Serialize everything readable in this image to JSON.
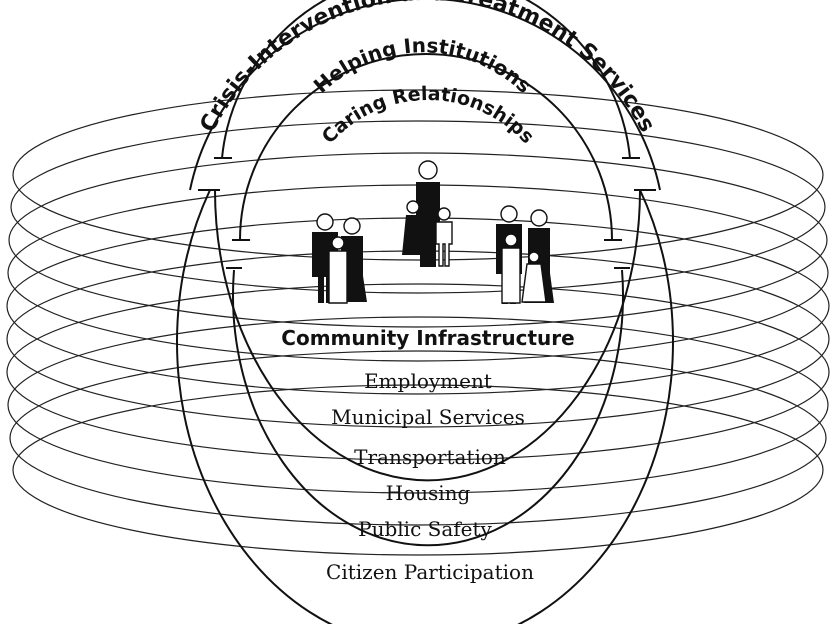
{
  "diagram": {
    "rings": {
      "outer": "Crisis-Intervention and Treatment Services",
      "middle": "Helping Institutions",
      "inner": "Caring Relationships"
    },
    "infrastructure_title": "Community Infrastructure",
    "bands": [
      "Employment",
      "Municipal Services",
      "Transportation",
      "Housing",
      "Public Safety",
      "Citizen Participation"
    ]
  }
}
